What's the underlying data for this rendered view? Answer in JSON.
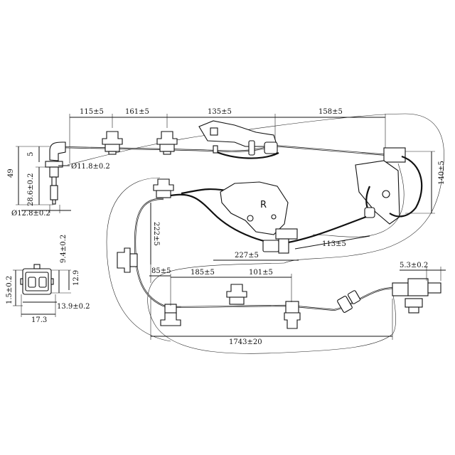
{
  "dimensions": {
    "seg_115": "115±5",
    "seg_161": "161±5",
    "seg_135": "135±5",
    "seg_158": "158±5",
    "seg_140": "140±5",
    "seg_222": "222±5",
    "seg_227": "227±5",
    "seg_113": "113±5",
    "seg_85": "85±5",
    "seg_185": "185±5",
    "seg_101": "101±5",
    "seg_1743": "1743±20",
    "conn_53": "5.3±0.2",
    "sensor_49": "49",
    "sensor_5": "5",
    "sensor_286": "28.6±0.2",
    "sensor_dia118": "Ø11.8±0.2",
    "sensor_dia128": "Ø12.8±0.2",
    "plug_94": "9.4±0.2",
    "plug_129": "12.9",
    "plug_139": "13.9±0.2",
    "plug_15": "1.5±0.2",
    "plug_173": "17.3"
  },
  "bracket_label": "R"
}
